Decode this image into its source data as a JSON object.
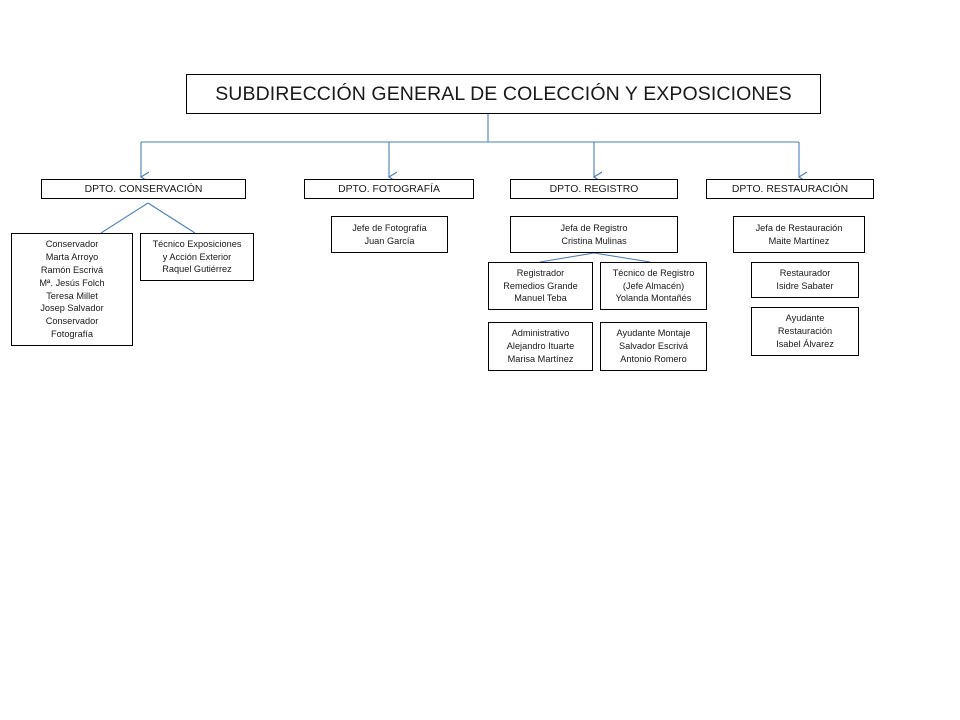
{
  "title": "SUBDIRECCIÓN GENERAL DE COLECCIÓN Y EXPOSICIONES",
  "departments": [
    {
      "name": "DPTO. CONSERVACIÓN"
    },
    {
      "name": "DPTO. FOTOGRAFÍA"
    },
    {
      "name": "DPTO. REGISTRO"
    },
    {
      "name": "DPTO. RESTAURACIÓN"
    }
  ],
  "conservacion": {
    "conservador": [
      "Conservador",
      "Marta Arroyo",
      "Ramón Escrivá",
      "Mª. Jesús Folch",
      "Teresa Millet",
      "Josep Salvador",
      "Conservador",
      "Fotografía"
    ],
    "tecnico_exposiciones": [
      "Técnico Exposiciones",
      "y  Acción Exterior",
      "Raquel Gutiérrez"
    ]
  },
  "fotografia": {
    "jefe": [
      "Jefe de Fotografía",
      "Juan García"
    ]
  },
  "registro": {
    "jefa": [
      "Jefa de Registro",
      "Cristina Mulinas"
    ],
    "registrador": [
      "Registrador",
      "Remedios Grande",
      "Manuel Teba"
    ],
    "tecnico": [
      "Técnico de Registro",
      "(Jefe Almacén)",
      "Yolanda Montañés"
    ],
    "administrativo": [
      "Administrativo",
      "Alejandro Ituarte",
      "Marisa Martínez"
    ],
    "ayudante_montaje": [
      "Ayudante Montaje",
      "Salvador Escrivá",
      "Antonio Romero"
    ]
  },
  "restauracion": {
    "jefa": [
      "Jefa de Restauración",
      "Maite Martínez"
    ],
    "restaurador": [
      "Restaurador",
      "Isidre Sabater"
    ],
    "ayudante": [
      "Ayudante",
      "Restauración",
      "Isabel Álvarez"
    ]
  },
  "colors": {
    "connector": "#4a7ebb",
    "border": "#000000",
    "text": "#1a1a1a"
  }
}
